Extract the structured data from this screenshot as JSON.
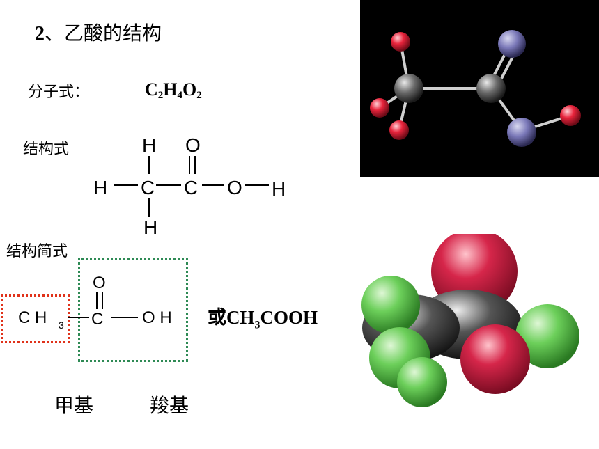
{
  "slide": {
    "title_num": "2",
    "title_text": "、乙酸的结构",
    "molecular_label": "分子式：",
    "molecular_formula": {
      "C": "C",
      "n_C": "2",
      "H": "H",
      "n_H": "4",
      "O": "O",
      "n_O": "2"
    },
    "structural_label": "结构式",
    "structural_atoms": {
      "h_top": "H",
      "o_top": "O",
      "h_left": "H",
      "c1": "C",
      "c2": "C",
      "o_right": "O",
      "h_right": "H",
      "h_bottom": "H"
    },
    "condensed_label": "结构简式",
    "condensed_atoms": {
      "ch": "C H",
      "sub3": "3",
      "c": "C",
      "o_top": "O",
      "oh": "O H"
    },
    "alt_prefix": "或CH",
    "alt_sub": "3",
    "alt_suffix": "COOH",
    "group_methyl": "甲基",
    "group_carboxyl": "羧基"
  },
  "colors": {
    "methyl_box": "#e0321a",
    "carboxyl_box": "#2e8a55",
    "oxygen": "#d6264a",
    "hydrogen": "#6ccf5a",
    "carbon": "#3a3a3a",
    "ballstick_O": "#e8243c",
    "ballstick_H": "#7a78b8"
  }
}
